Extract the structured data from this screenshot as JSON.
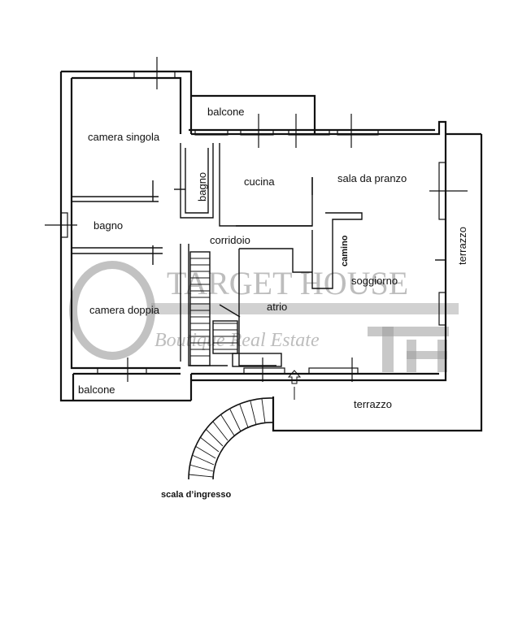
{
  "rooms": {
    "camera_singola": "camera singola",
    "balcone_top": "balcone",
    "bagno_small": "bagno",
    "cucina": "cucina",
    "sala_da_pranzo": "sala da pranzo",
    "bagno": "bagno",
    "corridoio": "corridoio",
    "camino": "camino",
    "terrazzo_side": "terrazzo",
    "soggiorno": "soggiorno",
    "camera_doppia": "camera doppia",
    "atrio": "atrio",
    "balcone_bottom": "balcone",
    "terrazzo_bottom": "terrazzo"
  },
  "caption": "scala d’ingresso",
  "watermark": {
    "brand": "TARGET HOUSE",
    "tagline": "Boutique Real Estate"
  }
}
